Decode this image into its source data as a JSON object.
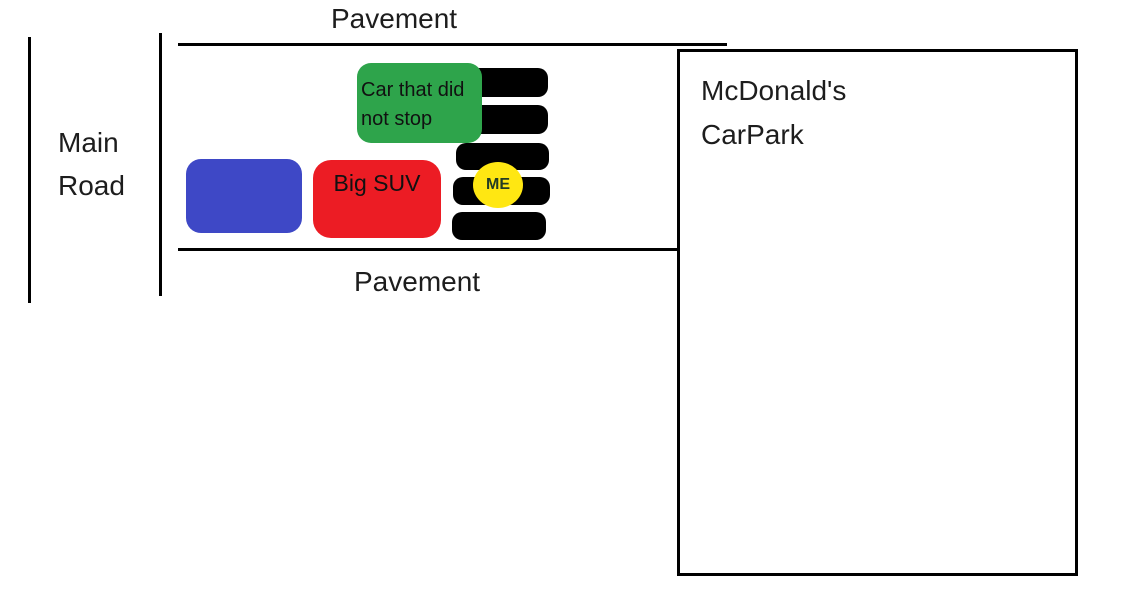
{
  "diagram": {
    "background": "#ffffff",
    "ink_color": "#000000",
    "text_color": "#1d1d1d",
    "pavement_top_label": "Pavement",
    "pavement_bottom_label": "Pavement",
    "main_road_label": {
      "line1": "Main",
      "line2": "Road"
    },
    "carpark_label": {
      "line1": "McDonald's",
      "line2": "CarPark"
    },
    "green_car": {
      "label": "Car that did not stop",
      "label_line1": "Car that did",
      "label_line2": "not stop",
      "fill": "#2EA44B",
      "label_color": "#111111"
    },
    "blue_car": {
      "fill": "#3E48C6"
    },
    "big_suv": {
      "label": "Big SUV",
      "fill": "#EC1C24",
      "label_color": "#111111"
    },
    "me_marker": {
      "label": "ME",
      "fill": "#FFE712",
      "label_color": "#243C24"
    },
    "crossing": {
      "stripe_color": "#000000",
      "stripe_count": 5
    }
  }
}
